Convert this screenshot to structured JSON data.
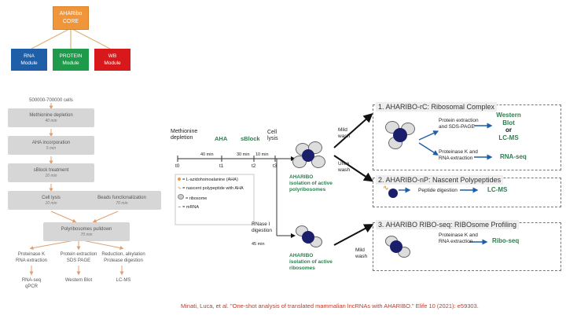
{
  "hierarchy": {
    "core": [
      "AHARibo",
      "CORE"
    ],
    "modules": [
      {
        "line1": "RNA",
        "line2": "Module",
        "color": "#1f5fa8"
      },
      {
        "line1": "PROTEIN",
        "line2": "Module",
        "color": "#1e9a4a"
      },
      {
        "line1": "WB",
        "line2": "Module",
        "color": "#d7191c"
      }
    ]
  },
  "workflow": {
    "cells": "500000-700000 cells",
    "steps": [
      {
        "label": "Methionine depletion",
        "time": "40 min"
      },
      {
        "label": "AHA incorporation",
        "time": "5 min"
      },
      {
        "label": "sBlock treatment",
        "time": "10 min"
      },
      {
        "label": "Cell lysis",
        "time": "10 min"
      }
    ],
    "beads": {
      "label": "Beads functionalization",
      "time": "70 min"
    },
    "pulldown": {
      "label": "Polyribosomes pulldown",
      "time": "70 min"
    },
    "branches": [
      {
        "line1": "Proteinase K",
        "line2": "RNA extraction",
        "out1": "RNA-seq",
        "out2": "qPCR"
      },
      {
        "line1": "Protein extraction",
        "line2": "SDS PAGE",
        "out1": "Western Blot",
        "out2": ""
      },
      {
        "line1": "Reduction, alkylation",
        "line2": "Protease digestion",
        "out1": "LC-MS",
        "out2": ""
      }
    ]
  },
  "timeline": {
    "stages": [
      "Methionine depletion",
      "AHA",
      "sBlock",
      "Cell lysis"
    ],
    "durations": [
      "40 min",
      "30 min",
      "10 min"
    ],
    "ticks": [
      "t0",
      "t1",
      "t2",
      "t3"
    ],
    "legend": [
      "= L-azidohomoalanine (AHA)",
      "= nascent polypeptide with AHA",
      "= ribosome",
      "= mRNA"
    ],
    "mild_wash": "Mild wash",
    "urea_wash": "Urea wash",
    "rnase": "RNase I digestion",
    "rnase_time": "45 min",
    "poly_label": [
      "AHARIBO",
      "isolation of active",
      "polyribosomes"
    ],
    "ribo_label": [
      "AHARIBO",
      "isolation of active",
      "ribosomes"
    ],
    "mild_wash2": "Mild wash"
  },
  "panels": [
    {
      "title": "1. AHARIBO-rC: Ribosomal Complex",
      "steps": [
        {
          "text": [
            "Protein extraction",
            "and SDS-PAGE"
          ],
          "result": [
            "Western",
            "Blot",
            "or",
            "LC-MS"
          ]
        },
        {
          "text": [
            "Proteinase K and",
            "RNA extraction"
          ],
          "result": [
            "RNA-seq"
          ]
        }
      ]
    },
    {
      "title": "2. AHARIBO-nP: Nascent Polypeptides",
      "steps": [
        {
          "text": [
            "Peptide digestion"
          ],
          "result": [
            "LC-MS"
          ]
        }
      ]
    },
    {
      "title": "3. AHARIBO RIBO-seq: RIBOsome Profiling",
      "steps": [
        {
          "text": [
            "Proteinase K and",
            "RNA extraction"
          ],
          "result": [
            "Ribo-seq"
          ]
        }
      ]
    }
  ],
  "citation": "Minati, Luca, et al. \"One-shot analysis of translated mammalian lncRNAs with AHARIBO.\" Elife 10 (2021): e59303."
}
